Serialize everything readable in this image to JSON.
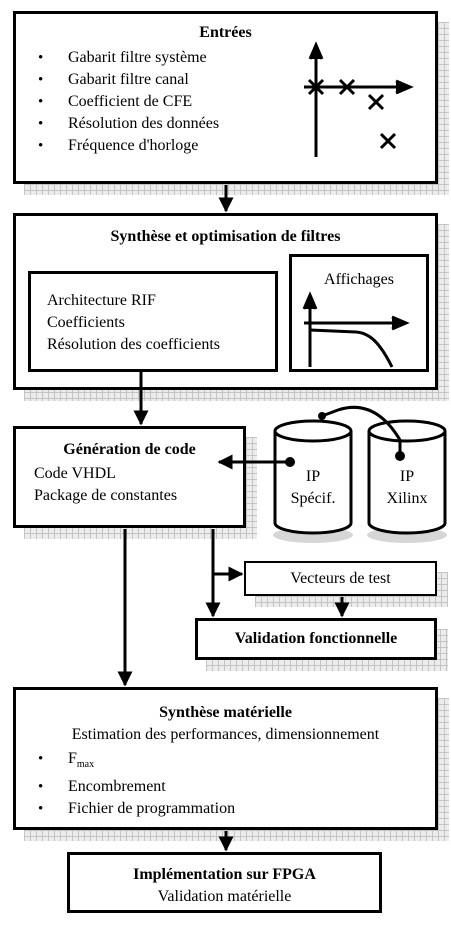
{
  "entrees": {
    "title": "Entrées",
    "items": [
      "Gabarit filtre système",
      "Gabarit filtre canal",
      "Coefficient de CFE",
      "Résolution des données",
      "Fréquence d'horloge"
    ]
  },
  "synthese_filtres": {
    "title": "Synthèse et optimisation de filtres",
    "lines": [
      "Architecture RIF",
      "Coefficients",
      "Résolution des coefficients"
    ],
    "affichages": "Affichages"
  },
  "generation": {
    "title": "Génération de code",
    "lines": [
      "Code VHDL",
      "Package de constantes"
    ]
  },
  "ip_specif": {
    "line1": "IP",
    "line2": "Spécif."
  },
  "ip_xilinx": {
    "line1": "IP",
    "line2": "Xilinx"
  },
  "vecteurs": "Vecteurs de test",
  "validation_fonctionnelle": "Validation fonctionnelle",
  "synthese_materielle": {
    "title": "Synthèse matérielle",
    "subtitle": "Estimation des performances, dimensionnement",
    "fmax_main": "F",
    "fmax_sub": "max",
    "items": [
      "Encombrement",
      "Fichier de programmation"
    ]
  },
  "implementation": {
    "title": "Implémentation sur FPGA",
    "subtitle": "Validation matérielle"
  }
}
